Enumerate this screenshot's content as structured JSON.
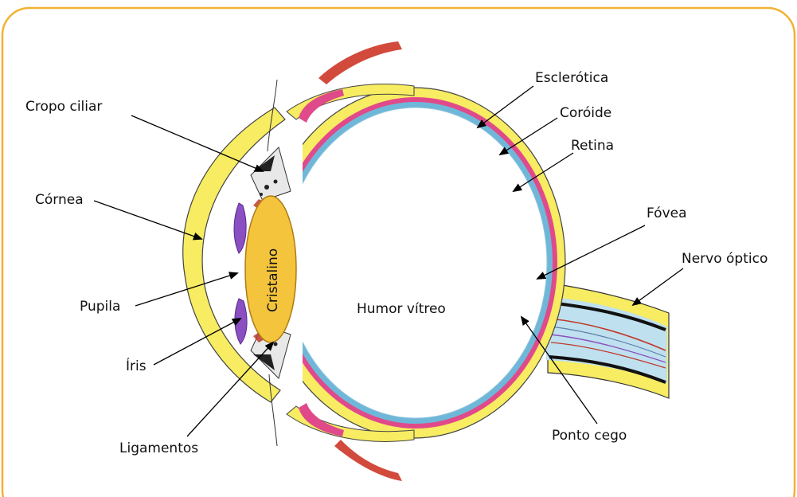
{
  "diagram": {
    "colors": {
      "frame": "#f2b233",
      "sclera": "#f7ec62",
      "choroid": "#e04a8a",
      "retina": "#6fb7d8",
      "lens": "#f3c43c",
      "iris": "#8a4fc0",
      "muscle": "#c0392b",
      "label_text": "#111111",
      "arrow": "#000000"
    },
    "labels": {
      "cropo_ciliar": "Cropo ciliar",
      "cornea": "Córnea",
      "pupila": "Pupila",
      "iris": "Íris",
      "ligamentos": "Ligamentos",
      "cristalino": "Cristalino",
      "humor_vitreo": "Humor vítreo",
      "esclerotica": "Esclerótica",
      "coroide": "Coróide",
      "retina": "Retina",
      "fovea": "Fóvea",
      "nervo_optico": "Nervo óptico",
      "ponto_cego": "Ponto cego"
    }
  }
}
